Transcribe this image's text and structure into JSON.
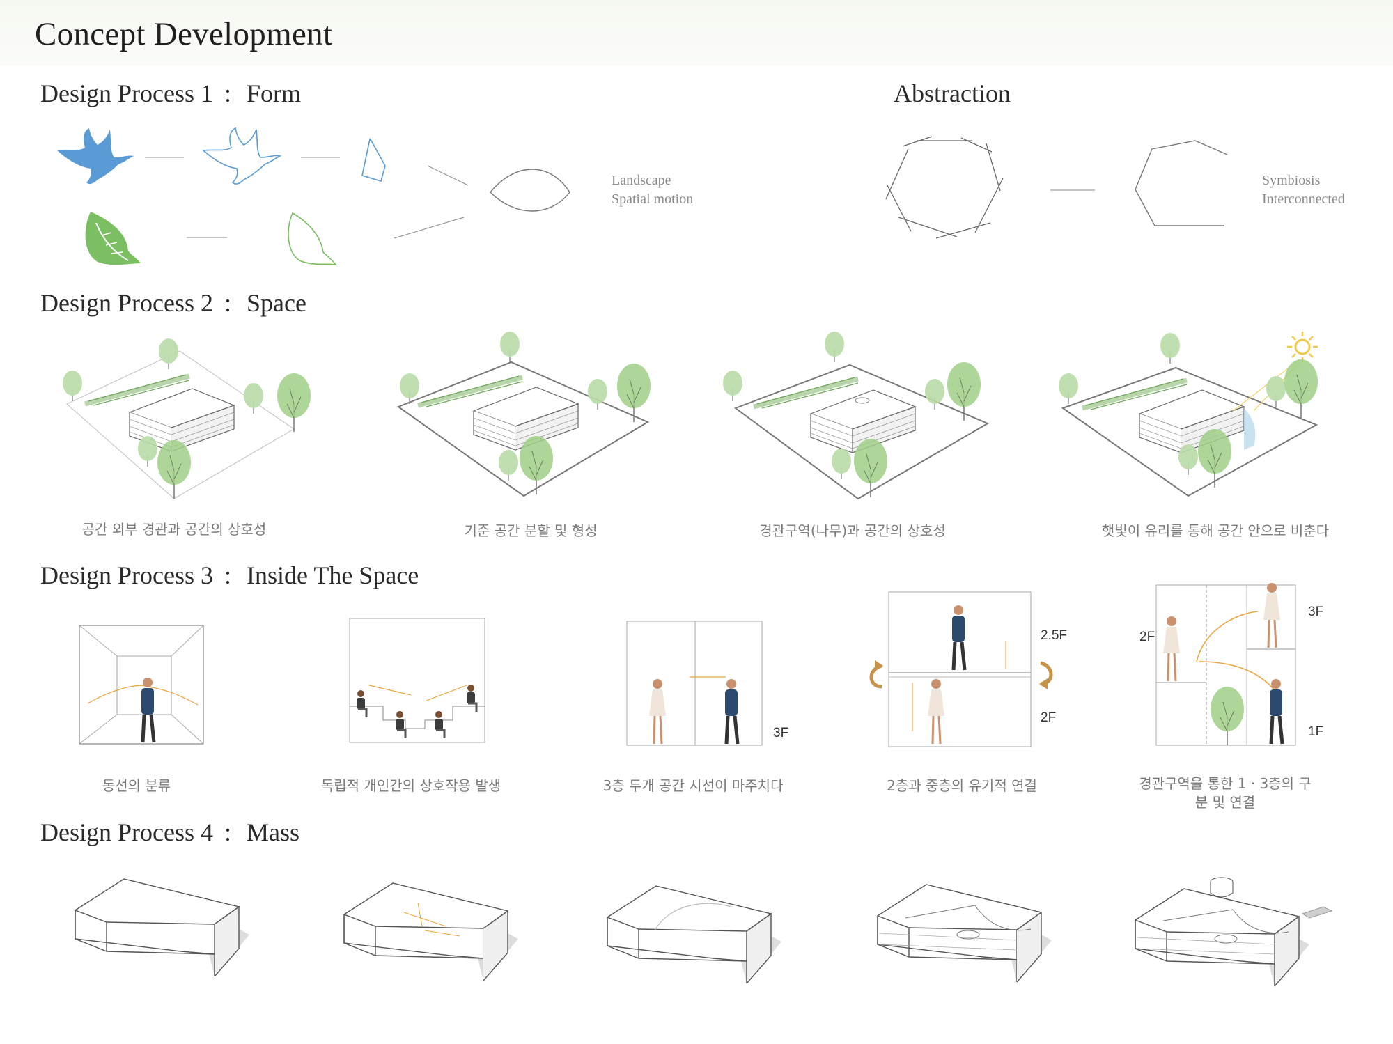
{
  "page": {
    "title": "Concept Development"
  },
  "section1": {
    "label": "Design Process 1",
    "sep": ":",
    "topic": "Form",
    "abstraction_title": "Abstraction",
    "form_notes": [
      "Landscape",
      "Spatial motion"
    ],
    "abstraction_notes": [
      "Symbiosis",
      "Interconnected"
    ]
  },
  "section2": {
    "label": "Design Process 2",
    "sep": ":",
    "topic": "Space",
    "captions": [
      "공간 외부 경관과 공간의 상호성",
      "기준 공간 분할 및 형성",
      "경관구역(나무)과 공간의 상호성",
      "햇빛이 유리를 통해 공간 안으로 비춘다"
    ]
  },
  "section3": {
    "label": "Design Process 3",
    "sep": ":",
    "topic": "Inside The Space",
    "captions": [
      "동선의 분류",
      "독립적 개인간의 상호작용 발생",
      "3층 두개 공간 시선이 마주치다",
      "2층과 중층의 유기적 연결",
      "경관구역을 통한 1 · 3층의 구분 및 연결"
    ],
    "floor_labels": {
      "d3": "3F",
      "d4_top": "2.5F",
      "d4_bottom": "2F",
      "d5_left": "2F",
      "d5_top": "3F",
      "d5_bottom": "1F"
    }
  },
  "section4": {
    "label": "Design Process 4",
    "sep": ":",
    "topic": "Mass"
  },
  "colors": {
    "bird_blue": "#5b9bd5",
    "leaf_green": "#7bbf62",
    "tree_green": "#9fcf86",
    "accent_orange": "#e9a640",
    "sun_yellow": "#f2c94c",
    "glass_blue": "#bcd9ee"
  }
}
